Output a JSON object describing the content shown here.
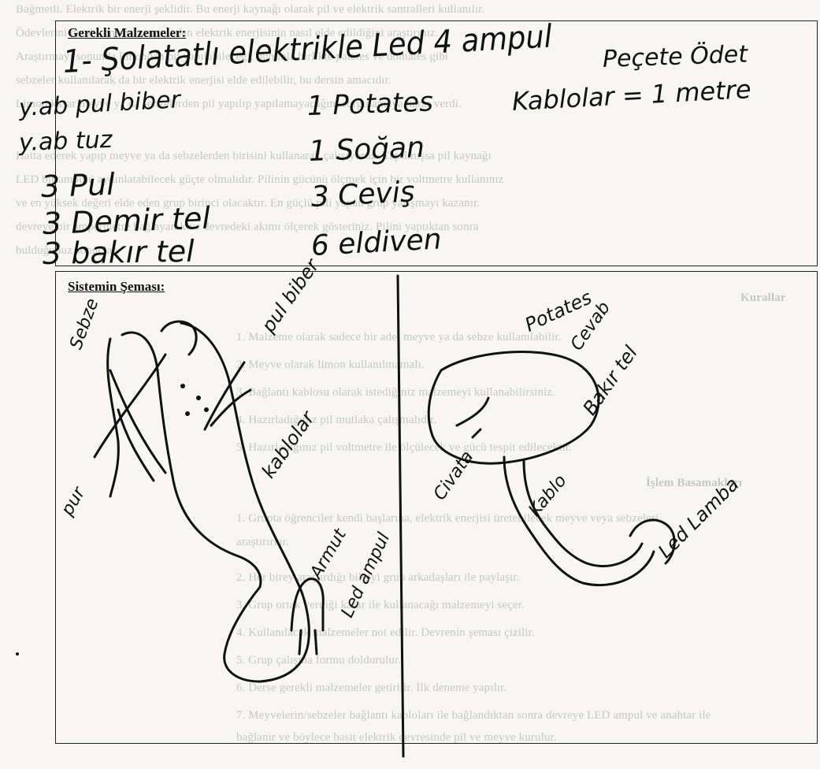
{
  "background_text": {
    "top_lines": [
      "Bağmetli. Elektrik bir enerji şeklidir. Bu enerji kaynağı olarak pil ve elektrik santralleri kullanılır.",
      "Ödevlerini dersi kimseye tanıtmadan elektrik enerjisinin nasıl elde edildiğini araştırınız.",
      "Araştırmayı sonunda limondan pil yapılabileceği, bununla birlikte patates ve domates gibi",
      "sebzeler kullanılarak da bir elektrik enerjisi elde edilebilir, bu dersin amacıdır.",
      "Limon kaşar meyve ya da sebzelerden pil yapılıp yapılamayacağını sorgulamaya karar verdi.",
      "Hatta ederek yapıp meyve ya da sebzelerden birisini kullanarak çalışıyoruz. Yapılmışsa pil kaynağı",
      "LED bir ampulü aydınlatabilecek güçte olmalıdır. Pilinin gücünü ölçmek için bir voltmetre kullanınız",
      "ve en yüksek değeri elde eden grup birinci olacaktır. En güçlü pili yapan grup yarışmayı kazanır.",
      "devreye bir ampermetre bağlayarak ve devredeki akımı ölçerek gösteriniz. Pilini yaptıktan sonra",
      "bulduğunuz sonuçlar."
    ],
    "rules_heading": "Kurallar",
    "rules": [
      "1.   Malzeme olarak sadece bir adet meyve ya da sebze kullanılabilir.",
      "2.   Meyve olarak limon kullanılmamalı.",
      "3.   Bağlantı kablosu olarak istediğiniz malzemeyi kullanabilirsiniz.",
      "4.   Hazırladığınız pil mutlaka çalışmalıdır.",
      "5.   Hazırladığınız pil voltmetre ile ölçülecek ve gücü tespit edilecektir."
    ],
    "steps_heading": "İşlem Basamakları",
    "steps": [
      "1.   Grupta öğrenciler kendi başlarına, elektrik enerjisi üretebilecek meyve veya sebzeleri",
      "      araştırırlar.",
      "2.   Her birey araştırdığı bilgiyi grup arkadaşları ile paylaşır.",
      "3.   Grup ortak verdiği karar ile kullanacağı malzemeyi seçer.",
      "4.   Kullanılacak malzemeler not edilir. Devrenin şeması çizilir.",
      "5.   Grup çalışma formu doldurulur.",
      "6.   Derse gerekli malzemeler getirilir. İlk deneme yapılır.",
      "7.   Meyvelerin/sebzeler bağlantı kabloları ile bağlandıktan sonra devreye LED ampul ve anahtar ile",
      "      bağlanır ve böylece basit elektrik devresinde pil ve meyve kurulur."
    ]
  },
  "materials_box": {
    "title": "Gerekli Malzemeler:",
    "handwritten": {
      "line1": "1- Şolatatlı elektrikle Led 4 ampul",
      "pecete": "Peçete Ödet",
      "biber": "y.ab pul biber",
      "potates": "1 Potates",
      "kablolar": "Kablolar = 1 metre",
      "tuz": "y.ab tuz",
      "sogan": "1 Soğan",
      "pul": "3 Pul",
      "cevis": "3 Ceviş",
      "demir": "3 Demir tel",
      "bakir": "3 bakır tel",
      "eldiven": "6 eldiven"
    }
  },
  "schema_box": {
    "title": "Sistemin Şeması:",
    "labels": {
      "sebze": "Sebze",
      "pul_biber": "pul biber",
      "pur": "pur",
      "kablolar_left": "kablolar",
      "armut": "Armut",
      "led_ampul_left": "Led ampul",
      "potates": "Potates",
      "cevab": "Cevab",
      "bakir_tel": "Bakır tel",
      "civata": "Civata",
      "kablo_right": "Kablo",
      "led_lamba": "Led Lamba"
    }
  }
}
